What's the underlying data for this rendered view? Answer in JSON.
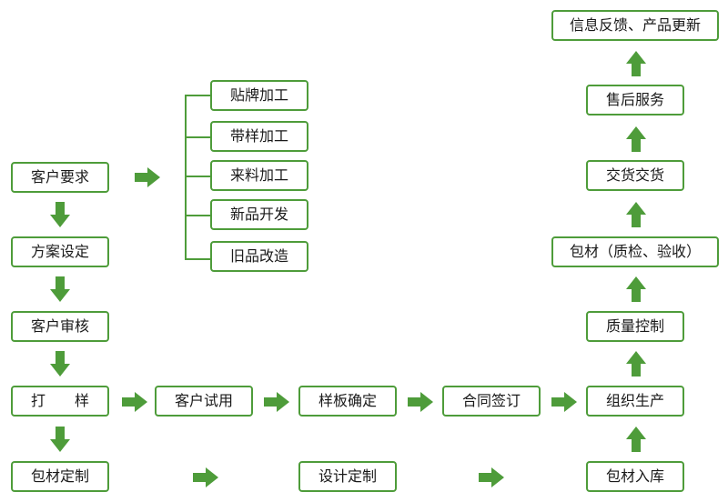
{
  "colors": {
    "accent": "#4e9c3a",
    "border": "#4e9c3a",
    "text": "#1a1a1a"
  },
  "left_column": {
    "customer_request": "客户要求",
    "scheme_setting": "方案设定",
    "customer_review": "客户审核",
    "sampling": "打　　样",
    "packaging_custom": "包材定制"
  },
  "options": [
    "贴牌加工",
    "带样加工",
    "来料加工",
    "新品开发",
    "旧品改造"
  ],
  "middle_row": {
    "customer_trial": "客户试用",
    "sample_confirm": "样板确定",
    "sign_contract": "合同签订"
  },
  "bottom_row": {
    "design_custom": "设计定制"
  },
  "right_column": {
    "feedback_update": "信息反馈、产品更新",
    "after_sales": "售后服务",
    "delivery": "交货交货",
    "packaging_qc": "包材（质检、验收）",
    "quality_control": "质量控制",
    "production": "组织生产",
    "packaging_storage": "包材入库"
  }
}
